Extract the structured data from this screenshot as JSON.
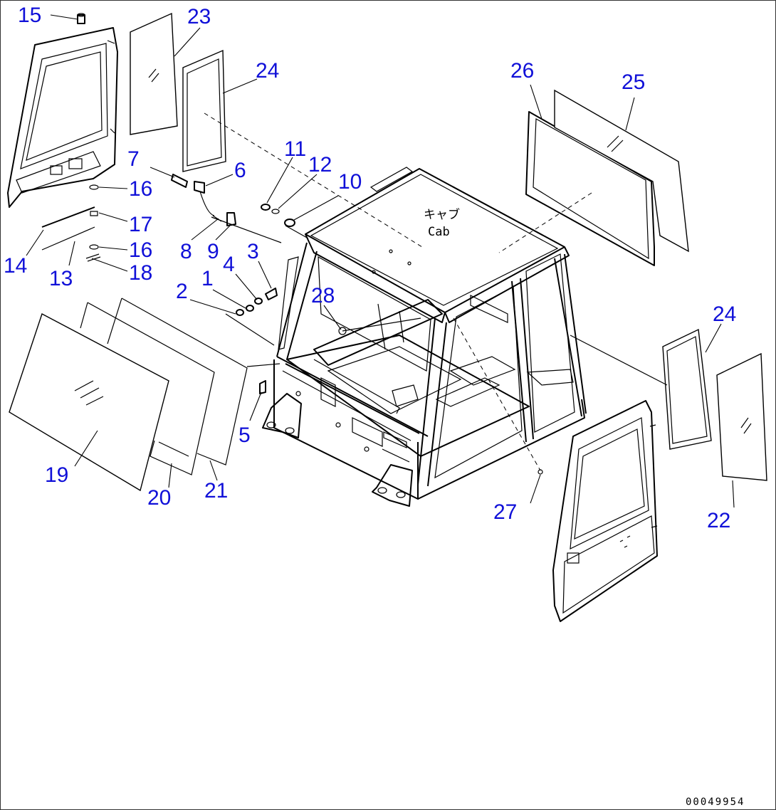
{
  "diagram": {
    "cab_label": {
      "jp": "キャブ",
      "en": "Cab"
    },
    "doc_number": "00049954",
    "callouts": [
      {
        "label": "1"
      },
      {
        "label": "2"
      },
      {
        "label": "3"
      },
      {
        "label": "4"
      },
      {
        "label": "5"
      },
      {
        "label": "6"
      },
      {
        "label": "7"
      },
      {
        "label": "8"
      },
      {
        "label": "9"
      },
      {
        "label": "10"
      },
      {
        "label": "11"
      },
      {
        "label": "12"
      },
      {
        "label": "13"
      },
      {
        "label": "14"
      },
      {
        "label": "15"
      },
      {
        "label": "16"
      },
      {
        "label": "16"
      },
      {
        "label": "17"
      },
      {
        "label": "18"
      },
      {
        "label": "19"
      },
      {
        "label": "20"
      },
      {
        "label": "21"
      },
      {
        "label": "22"
      },
      {
        "label": "23"
      },
      {
        "label": "24"
      },
      {
        "label": "24"
      },
      {
        "label": "25"
      },
      {
        "label": "26"
      },
      {
        "label": "27"
      },
      {
        "label": "28"
      }
    ]
  }
}
